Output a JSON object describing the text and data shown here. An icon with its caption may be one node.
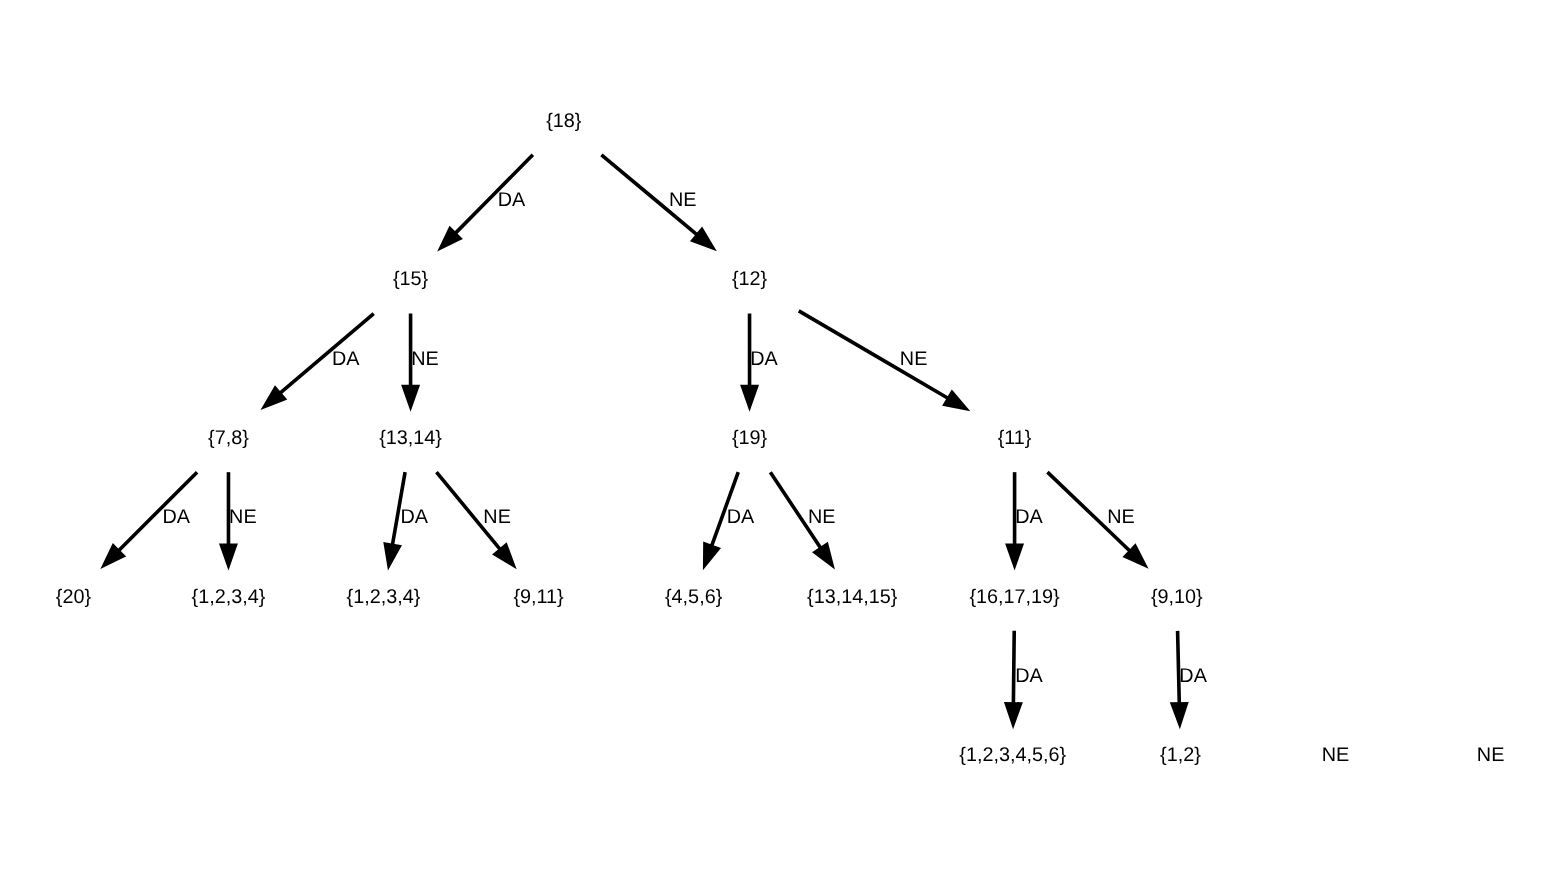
{
  "diagram": {
    "nodes": [
      {
        "text": [
          "{18}"
        ]
      },
      {
        "text": [
          "{15}"
        ]
      },
      {
        "text": [
          "{12}"
        ]
      },
      {
        "text": [
          "{7,8}"
        ]
      },
      {
        "text": [
          "{13,14}"
        ]
      },
      {
        "text": [
          "{19}"
        ]
      },
      {
        "text": [
          "{11}"
        ]
      },
      {
        "text": [
          "{20}"
        ]
      },
      {
        "text": [
          "{1,2,3,4}"
        ]
      },
      {
        "text": [
          "{1,2,3,4}"
        ]
      },
      {
        "text": [
          "{9,11}"
        ]
      },
      {
        "text": [
          "{4,5,6}"
        ]
      },
      {
        "text": [
          "{13,14,15}"
        ]
      },
      {
        "text": [
          "{16,17,19}"
        ]
      },
      {
        "text": [
          "{9,10}"
        ]
      },
      {
        "text": [
          "{1,2,3,4,5,6}"
        ]
      },
      {
        "text": [
          "{1,2}"
        ]
      }
    ],
    "edges": [
      {
        "from": 0,
        "to": 1,
        "arrow": "to",
        "label": "DA"
      },
      {
        "from": 0,
        "to": 2,
        "arrow": "to",
        "label": "NE"
      },
      {
        "from": 1,
        "to": 3,
        "arrow": "to",
        "label": "DA"
      },
      {
        "from": 1,
        "to": 4,
        "arrow": "to",
        "label": "NE"
      },
      {
        "from": 2,
        "to": 5,
        "arrow": "to",
        "label": "DA"
      },
      {
        "from": 2,
        "to": 6,
        "arrow": "to",
        "label": "NE"
      },
      {
        "from": 3,
        "to": 7,
        "arrow": "to",
        "label": "DA"
      },
      {
        "from": 3,
        "to": 8,
        "arrow": "to",
        "label": "NE"
      },
      {
        "from": 4,
        "to": 9,
        "arrow": "to",
        "label": "DA"
      },
      {
        "from": 4,
        "to": 10,
        "arrow": "to",
        "label": "NE"
      },
      {
        "from": 5,
        "to": 11,
        "arrow": "to",
        "label": "DA"
      },
      {
        "from": 5,
        "to": 12,
        "arrow": "to",
        "label": "NE"
      },
      {
        "from": 6,
        "to": 13,
        "arrow": "to",
        "label": "DA"
      },
      {
        "from": 6,
        "to": 14,
        "arrow": "to",
        "label": "NE"
      },
      {
        "from": 13,
        "to": 15,
        "arrow": "to",
        "label": "DA"
      },
      {
        "from": 14,
        "to": 16,
        "arrow": "to",
        "label": "DA"
      }
    ],
    "labels": [
      "NE",
      "NE"
    ]
  }
}
